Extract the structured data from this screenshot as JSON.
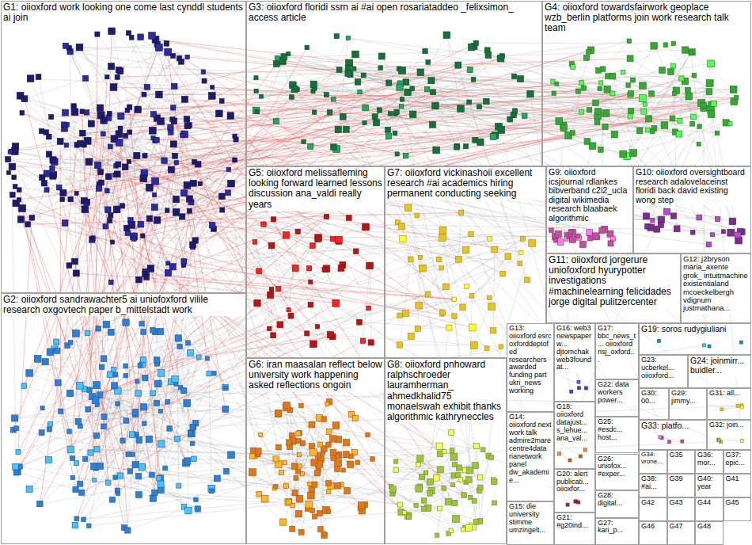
{
  "diagram": {
    "nodes": [
      {
        "text": [
          "G1: oiioxford work looking one come last cynddl students ai join"
        ]
      },
      {
        "text": [
          "G2: oiioxford sandrawachter5 ai uniofoxford vilile research oxgovtech paper b_mittelstadt work"
        ]
      },
      {
        "text": [
          "G3: oiioxford floridi ssrn ai #ai open rosariataddeo _felixsimon_ access article"
        ]
      },
      {
        "text": [
          "G4: oiioxford towardsfairwork geoplace wzb_berlin platforms join work research talk team"
        ]
      },
      {
        "text": [
          "G5: oiioxford melissafleming looking forward learned lessons discussion ana_valdi really years"
        ]
      },
      {
        "text": [
          "G6: iran maasalan reflect below university work happening asked reflections ongoin"
        ]
      },
      {
        "text": [
          "G7: oiioxford vickinashoii excellent research #ai academics hiring permanent conducting seeking"
        ]
      },
      {
        "text": [
          "G8: oiioxford pnhoward ralphschroeder lauramherman_ ahmedkhalid75 monaelswah exhibit thanks algorithmic kathryneccles"
        ]
      },
      {
        "text": [
          "G9: oiioxford icsjournal rdlankes bibverband c2i2_ucla digital wikimedia research blaabaek algorithmic"
        ]
      },
      {
        "text": [
          "G10: oiioxford oversightboard research adalovelaceinst floridi back david existing wong step"
        ]
      },
      {
        "text": [
          "G11: oiioxford jorgerure uniofoxford hyurypotter investigations #machinelearning felicidades jorge digital pulitzercenter"
        ]
      },
      {
        "text": [
          "G12: j2bryson maria_axente grok_ intuitmachine existentialand mcoeckelbergh vdignum justmathana..."
        ]
      },
      {
        "text": [
          "G13: oiioxford esrc oxforddeptofed researchers awarded funding part ukri_news working"
        ]
      },
      {
        "text": [
          "G14: oiioxford next work talk admire2mare centre4data rianetwork panel dw_akademie..."
        ]
      },
      {
        "text": [
          "G15: die university stimme umzingelt..."
        ]
      },
      {
        "text": [
          "G16: web3 newspaperw... djtomchak web3foundat..."
        ]
      },
      {
        "text": [
          "G17: bbc_news_t... oiioxford risj_oxford..."
        ]
      },
      {
        "text": [
          "G18: oiioxford datajust... s_lehue... ana_val..."
        ]
      },
      {
        "text": [
          "G19: soros rudygiuliani"
        ]
      },
      {
        "text": [
          "G20: alert publicati... oiioxfor..."
        ]
      },
      {
        "text": [
          "G21: #g20ind..."
        ]
      },
      {
        "text": [
          "G22: data workers power..."
        ]
      },
      {
        "text": [
          "G23: ucberkel... oiioxford..."
        ]
      },
      {
        "text": [
          "G24: joinmirr... buidler..."
        ]
      },
      {
        "text": [
          "G25: #esdc... host..."
        ]
      },
      {
        "text": [
          "G26: uniofox... #exper..."
        ]
      },
      {
        "text": [
          "G27: kari_p..."
        ]
      },
      {
        "text": [
          "G28: digital..."
        ]
      },
      {
        "text": [
          "G29: jimmy..."
        ]
      },
      {
        "text": [
          "G30: 00..."
        ]
      },
      {
        "text": [
          "G31: all..."
        ]
      },
      {
        "text": [
          "G32: join..."
        ]
      },
      {
        "text": [
          "G33: platfo..."
        ]
      },
      {
        "text": [
          "G34: vrone..."
        ]
      },
      {
        "text": [
          "G35"
        ]
      },
      {
        "text": [
          "G36: mor..."
        ]
      },
      {
        "text": [
          "G37: epic..."
        ]
      },
      {
        "text": [
          "G38: #ai..."
        ]
      },
      {
        "text": [
          "G39"
        ]
      },
      {
        "text": [
          "G40: year"
        ]
      },
      {
        "text": [
          "G41"
        ]
      },
      {
        "text": [
          "G42"
        ]
      },
      {
        "text": [
          "G43"
        ]
      },
      {
        "text": [
          "G44"
        ]
      },
      {
        "text": [
          "G45"
        ]
      },
      {
        "text": [
          "G46"
        ]
      },
      {
        "text": [
          "G47"
        ]
      },
      {
        "text": [
          "G48"
        ]
      }
    ]
  }
}
